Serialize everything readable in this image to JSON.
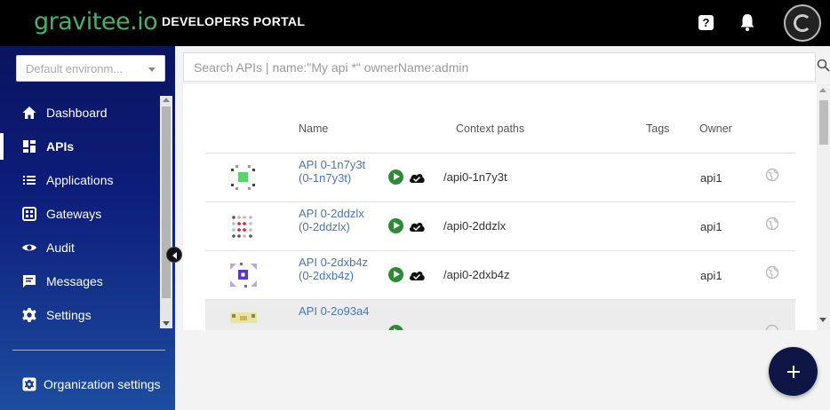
{
  "header": {
    "logo": "gravitee.io",
    "portal_title": "DEVELOPERS PORTAL",
    "help_icon": "question-mark-icon",
    "notification_icon": "bell-icon"
  },
  "sidebar": {
    "environment_select": {
      "value": "Default environm..."
    },
    "items": [
      {
        "label": "Dashboard",
        "icon": "home-icon",
        "active": false
      },
      {
        "label": "APIs",
        "icon": "dashboard-icon",
        "active": true
      },
      {
        "label": "Applications",
        "icon": "list-icon",
        "active": false
      },
      {
        "label": "Gateways",
        "icon": "gateway-icon",
        "active": false
      },
      {
        "label": "Audit",
        "icon": "eye-icon",
        "active": false
      },
      {
        "label": "Messages",
        "icon": "message-icon",
        "active": false
      },
      {
        "label": "Settings",
        "icon": "gear-icon",
        "active": false
      }
    ],
    "organization": {
      "label": "Organization settings",
      "icon": "organization-icon"
    }
  },
  "search": {
    "placeholder": "Search APIs | name:\"My api *\" ownerName:admin"
  },
  "table": {
    "columns": {
      "name": "Name",
      "context_paths": "Context paths",
      "tags": "Tags",
      "owner": "Owner"
    },
    "rows": [
      {
        "name": "API 0-1n7y3t (0-1n7y3t)",
        "context_path": "/api0-1n7y3t",
        "tags": "",
        "owner": "api1"
      },
      {
        "name": "API 0-2ddzlx (0-2ddzlx)",
        "context_path": "/api0-2ddzlx",
        "tags": "",
        "owner": "api1"
      },
      {
        "name": "API 0-2dxb4z (0-2dxb4z)",
        "context_path": "/api0-2dxb4z",
        "tags": "",
        "owner": "api1"
      },
      {
        "name": "API 0-2o93a4",
        "context_path": "",
        "tags": "",
        "owner": ""
      }
    ]
  },
  "colors": {
    "logo_green": "#49b06a",
    "sidebar_top": "#0a1460",
    "link_blue": "#4a76b8",
    "started_green": "#2f8a35",
    "fab": "#0e1646"
  }
}
